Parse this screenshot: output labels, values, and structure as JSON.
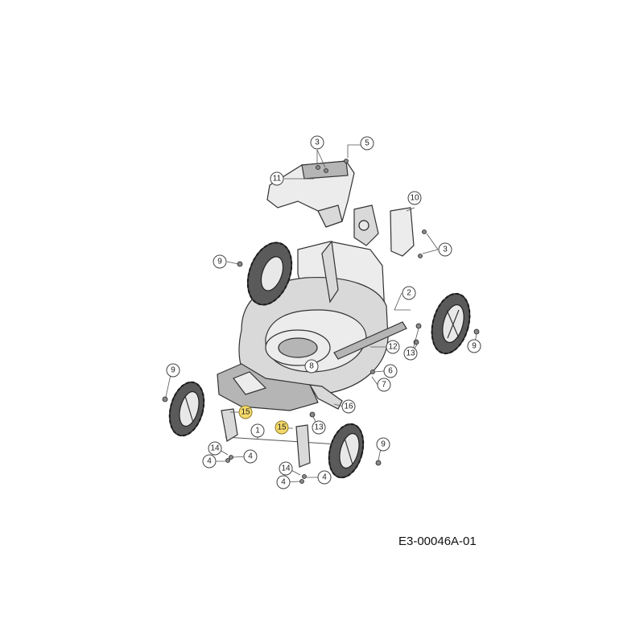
{
  "drawing_code": "E3-00046A-01",
  "callouts": [
    {
      "id": "c-3a",
      "label": "3",
      "highlighted": false
    },
    {
      "id": "c-5",
      "label": "5",
      "highlighted": false
    },
    {
      "id": "c-11",
      "label": "11",
      "highlighted": false
    },
    {
      "id": "c-10",
      "label": "10",
      "highlighted": false
    },
    {
      "id": "c-3b",
      "label": "3",
      "highlighted": false
    },
    {
      "id": "c-9a",
      "label": "9",
      "highlighted": false
    },
    {
      "id": "c-2",
      "label": "2",
      "highlighted": false
    },
    {
      "id": "c-12",
      "label": "12",
      "highlighted": false
    },
    {
      "id": "c-13a",
      "label": "13",
      "highlighted": false
    },
    {
      "id": "c-9b",
      "label": "9",
      "highlighted": false
    },
    {
      "id": "c-8",
      "label": "8",
      "highlighted": false
    },
    {
      "id": "c-6",
      "label": "6",
      "highlighted": false
    },
    {
      "id": "c-7",
      "label": "7",
      "highlighted": false
    },
    {
      "id": "c-9c",
      "label": "9",
      "highlighted": false
    },
    {
      "id": "c-16",
      "label": "16",
      "highlighted": false
    },
    {
      "id": "c-15a",
      "label": "15",
      "highlighted": true
    },
    {
      "id": "c-15b",
      "label": "15",
      "highlighted": true
    },
    {
      "id": "c-13b",
      "label": "13",
      "highlighted": false
    },
    {
      "id": "c-1",
      "label": "1",
      "highlighted": false
    },
    {
      "id": "c-14a",
      "label": "14",
      "highlighted": false
    },
    {
      "id": "c-4a",
      "label": "4",
      "highlighted": false
    },
    {
      "id": "c-4b",
      "label": "4",
      "highlighted": false
    },
    {
      "id": "c-9d",
      "label": "9",
      "highlighted": false
    },
    {
      "id": "c-14b",
      "label": "14",
      "highlighted": false
    },
    {
      "id": "c-4c",
      "label": "4",
      "highlighted": false
    },
    {
      "id": "c-4d",
      "label": "4",
      "highlighted": false
    }
  ],
  "colors": {
    "highlight": "#f5d96a",
    "line": "#555555"
  }
}
